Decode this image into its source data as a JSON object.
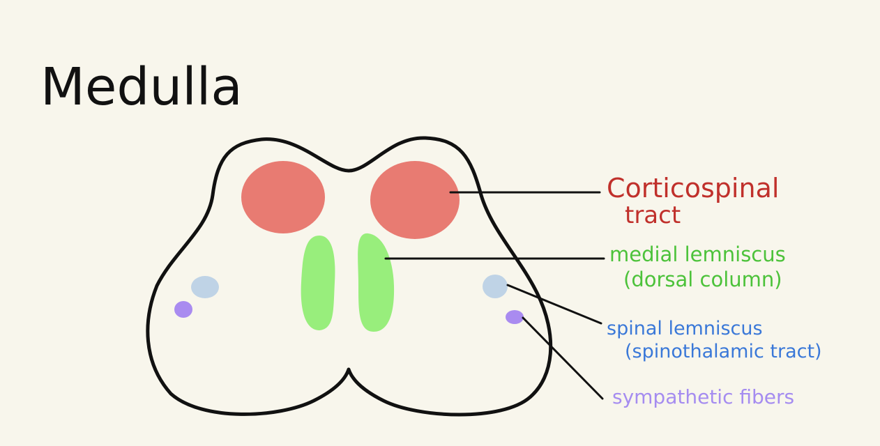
{
  "title": "Medulla",
  "colors": {
    "background": "#f8f6ec",
    "outline": "#111111",
    "corticospinal": "#e87b72",
    "corticospinal_label": "#c0302b",
    "medial_lemniscus": "#98ee7c",
    "medial_lemniscus_label": "#4cc23a",
    "spinal_lemniscus": "#bfd3e6",
    "spinal_lemniscus_label": "#3a78d8",
    "sympathetic": "#a98bf0",
    "sympathetic_label": "#a58cf0"
  },
  "labels": {
    "corticospinal": {
      "line1": "Corticospinal",
      "line2": "tract"
    },
    "medial_lemniscus": {
      "line1": "medial lemniscus",
      "line2": "(dorsal column)"
    },
    "spinal_lemniscus": {
      "line1": "spinal lemniscus",
      "line2": "(spinothalamic tract)"
    },
    "sympathetic": {
      "line1": "sympathetic fibers"
    }
  }
}
